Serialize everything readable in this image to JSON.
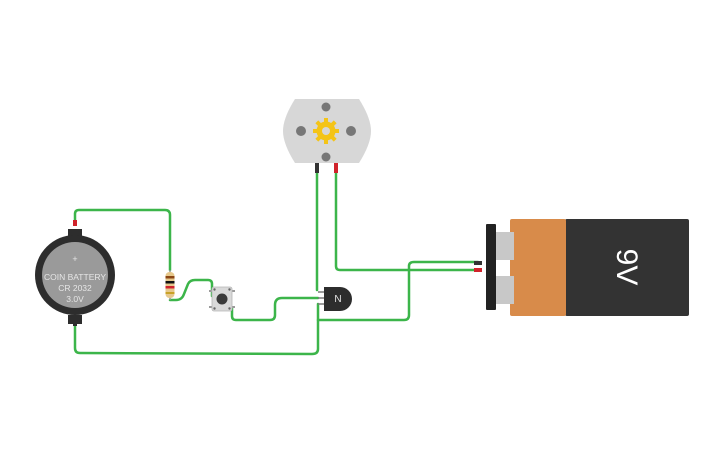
{
  "coin_battery": {
    "label_line1": "COIN BATTERY",
    "label_line2": "CR 2032",
    "label_line3": "3.0V",
    "plus_mark": "+"
  },
  "battery_9v": {
    "label": "9V"
  },
  "transistor": {
    "label": "N"
  },
  "colors": {
    "wire": "#3cb54a",
    "battery_body": "#333333",
    "battery_band": "#d88b4a",
    "motor_body": "#d7d7d7",
    "motor_gear": "#f4c417",
    "terminal_red": "#d0232b"
  }
}
